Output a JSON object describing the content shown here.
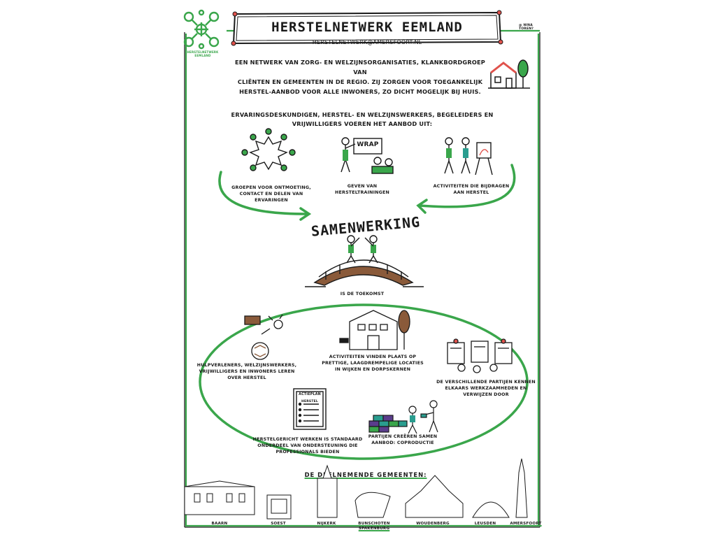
{
  "header": {
    "title": "HERSTELNETWERK EEMLAND",
    "email": "HERSTELNETWERK@AMERSFOORT.NL",
    "logo_label": "HERSTELNETWERK EEMLAND",
    "credit": "@ NINA TOREN?"
  },
  "intro": {
    "line1": "EEN NETWERK VAN ZORG- EN WELZIJNSORGANISATIES, KLANKBORDGROEP VAN",
    "line2": "CLIËNTEN EN GEMEENTEN IN DE REGIO. ZIJ ZORGEN VOOR TOEGANKELIJK",
    "line3": "HERSTEL-AANBOD VOOR ALLE INWONERS, ZO DICHT MOGELIJK BIJ HUIS."
  },
  "offer": {
    "heading1": "ERVARINGSDESKUNDIGEN, HERSTEL- EN WELZIJNSWERKERS, BEGELEIDERS EN",
    "heading2": "VRIJWILLIGERS VOEREN HET AANBOD UIT:",
    "items": [
      {
        "line1": "GROEPEN VOOR ONTMOETING,",
        "line2": "CONTACT EN DELEN VAN",
        "line3": "ERVARINGEN"
      },
      {
        "line1": "GEVEN VAN",
        "line2": "HERSTELTRAININGEN",
        "line3": ""
      },
      {
        "line1": "ACTIVITEITEN DIE BIJDRAGEN",
        "line2": "AAN HERSTEL",
        "line3": ""
      }
    ],
    "wrap_sign": "WRAP"
  },
  "collab": {
    "title": "SAMENWERKING",
    "subtitle": "IS DE TOEKOMST"
  },
  "cycle": {
    "items": [
      {
        "line1": "HULPVERLENERS, WELZIJNSWERKERS,",
        "line2": "VRIJWILLIGERS EN INWONERS LEREN",
        "line3": "OVER HERSTEL"
      },
      {
        "line1": "ACTIVITEITEN VINDEN PLAATS OP",
        "line2": "PRETTIGE, LAAGDREMPELIGE LOCATIES",
        "line3": "IN WIJKEN EN DORPSKERNEN"
      },
      {
        "line1": "DE VERSCHILLENDE PARTIJEN KENNEN",
        "line2": "ELKAARS WERKZAAMHEDEN EN",
        "line3": "VERWIJZEN DOOR"
      },
      {
        "line1": "HERSTELGERICHT WERKEN IS STANDAARD",
        "line2": "ONDERDEEL VAN ONDERSTEUNING DIE",
        "line3": "PROFESSIONALS BIEDEN"
      },
      {
        "line1": "PARTIJEN CREËREN SAMEN",
        "line2": "AANBOD: COPRODUCTIE",
        "line3": ""
      }
    ],
    "plan_title": "ACTIEPLAN",
    "plan_sub": "HERSTEL"
  },
  "municipalities": {
    "heading": "DE DEELNEMENDE GEMEENTEN:",
    "towns": [
      "BAARN",
      "SOEST",
      "NIJKERK",
      "BUNSCHOTEN",
      "SPAKENBURG",
      "WOUDENBERG",
      "LEUSDEN",
      "AMERSFOORT"
    ]
  },
  "colors": {
    "accent": "#3aa64b",
    "ink": "#1a1a1a",
    "red": "#e0524c",
    "brick": "#8a5a3a",
    "purple": "#5a3d8c",
    "teal": "#2a9d8f"
  },
  "icons": [
    "network-logo-icon",
    "house-tree-icon",
    "group-circle-icon",
    "training-icon",
    "painting-icon",
    "bridge-icon",
    "learning-icon",
    "building-icon",
    "documents-icon",
    "actionplan-icon",
    "coproduction-icon"
  ]
}
